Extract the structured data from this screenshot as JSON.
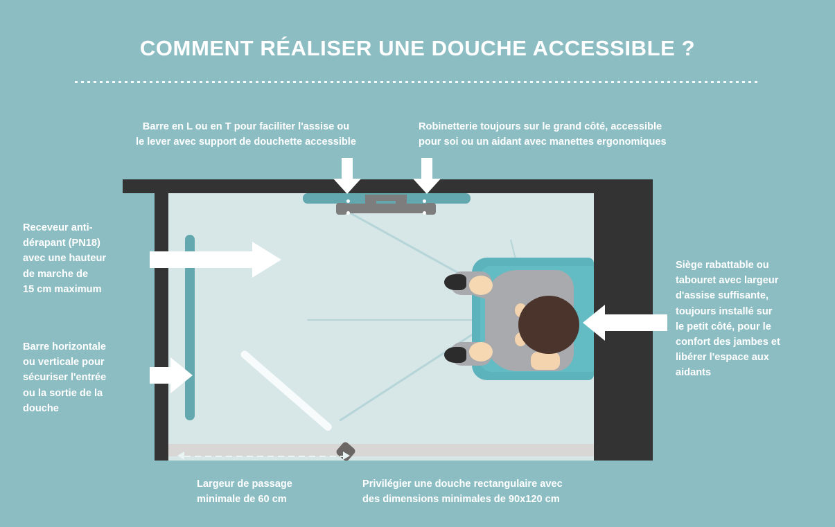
{
  "header": {
    "title": "COMMENT RÉALISER UNE DOUCHE ACCESSIBLE ?"
  },
  "colors": {
    "background": "#8cbdc2",
    "title": "#ffffff",
    "wall": "#333333",
    "floor": "#d7e6e7",
    "grabbar": "#63a8ae",
    "seat": "#5cb3bb",
    "faucet": "#7d7d7d",
    "arrow": "#ffffff",
    "threshold": "#d9d6d6",
    "door": "#f7fbfb",
    "ray": "#b4d4d8"
  },
  "callouts": {
    "grab_bar_lt": "Barre en L ou en T pour faciliter l'assise ou\nle lever avec support de douchette accessible",
    "faucet": "Robinetterie toujours sur le grand côté, accessible\npour soi ou un aidant avec manettes ergonomiques",
    "shower_tray": "Receveur anti-\ndérapant (PN18)\navec une hauteur\nde marche de\n15 cm maximum",
    "horizontal_bar": "Barre horizontale\nou verticale pour\nsécuriser l'entrée\nou la sortie de la\ndouche",
    "seat": "Siège rabattable ou\ntabouret avec largeur\nd'assise suffisante,\ntoujours installé sur\nle petit côté, pour le\nconfort des jambes et\nlibérer l'espace aux\naidants",
    "passage_width": "Largeur de passage\nminimale de 60 cm",
    "rectangular": "Privilégier une douche rectangulaire avec\ndes dimensions minimales de 90x120 cm"
  },
  "dimensions": {
    "passage_width_cm": "60 cm",
    "min_shower_size": "90x120 cm",
    "max_step_height": "15 cm",
    "slip_rating": "PN18"
  },
  "icons": {
    "arrow_down_grab_bar": "arrow-down-icon",
    "arrow_down_faucet": "arrow-down-icon",
    "arrow_right_tray": "arrow-right-icon",
    "arrow_right_bar": "arrow-right-icon",
    "arrow_left_seat": "arrow-left-icon",
    "dimension_arrow": "dimension-arrow-icon"
  }
}
